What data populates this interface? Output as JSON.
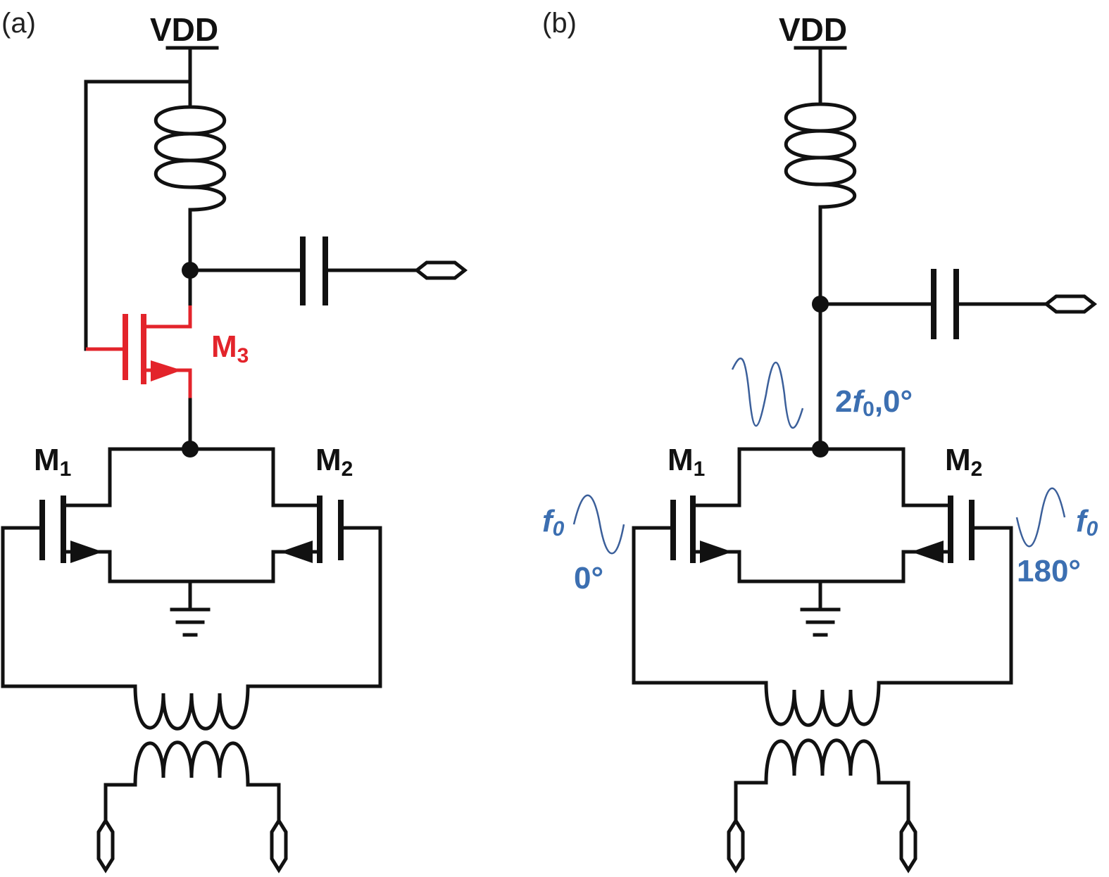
{
  "panels": {
    "a": {
      "label": "(a)",
      "supply": "VDD",
      "m1": {
        "base": "M",
        "sub": "1"
      },
      "m2": {
        "base": "M",
        "sub": "2"
      },
      "m3": {
        "base": "M",
        "sub": "3"
      }
    },
    "b": {
      "label": "(b)",
      "supply": "VDD",
      "m1": {
        "base": "M",
        "sub": "1"
      },
      "m2": {
        "base": "M",
        "sub": "2"
      },
      "output_freq": {
        "prefix": "2",
        "f": "f",
        "sub": "0",
        "suffix": ",0°"
      },
      "input_left": {
        "f": "f",
        "sub": "0",
        "phase": "0°"
      },
      "input_right": {
        "f": "f",
        "sub": "0",
        "phase": "180°"
      }
    }
  },
  "colors": {
    "wire": "#111111",
    "highlight_transistor": "#e3242b",
    "signal_annotation": "#3c6fb1"
  }
}
